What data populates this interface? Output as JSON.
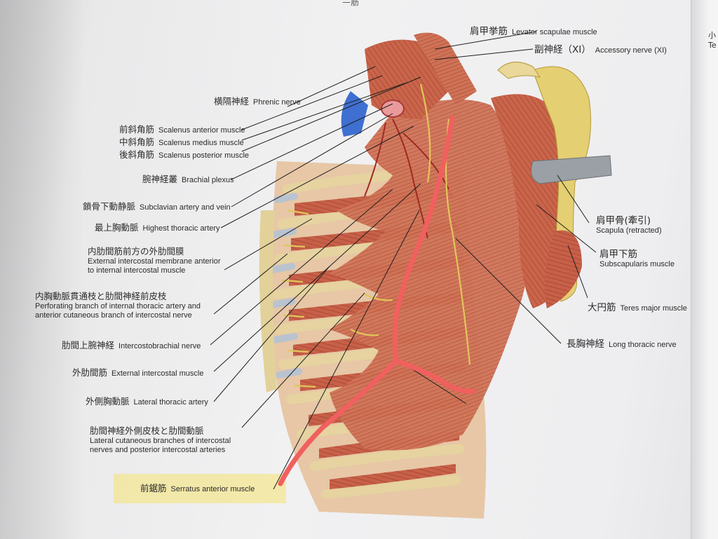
{
  "page": {
    "heading_fragment": "—筋",
    "next_page_fragment": [
      "小",
      "Te"
    ]
  },
  "colors": {
    "paper": "#eeeef0",
    "muscle": "#c9664b",
    "muscle_dark": "#9e3d2a",
    "bone": "#e9d48a",
    "nerve": "#e2c55b",
    "vein_blue": "#3f6fd1",
    "pen_annotation": "#f0605f",
    "leader_line": "#1e1e1e",
    "highlighter": "#f4e68c"
  },
  "labels_left": [
    {
      "jp": "横隔神経",
      "en": "Phrenic nerve"
    },
    {
      "jp": "前斜角筋",
      "en": "Scalenus anterior muscle"
    },
    {
      "jp": "中斜角筋",
      "en": "Scalenus medius muscle"
    },
    {
      "jp": "後斜角筋",
      "en": "Scalenus posterior muscle"
    },
    {
      "jp": "腕神経叢",
      "en": "Brachial plexus"
    },
    {
      "jp": "鎖骨下動静脈",
      "en": "Subclavian artery and vein"
    },
    {
      "jp": "最上胸動脈",
      "en": "Highest thoracic artery"
    },
    {
      "jp": "内肋間筋前方の外肋間膜",
      "en": "External intercostal membrane anterior to internal intercostal muscle"
    },
    {
      "jp": "内胸動脈貫通枝と肋間神経前皮枝",
      "en": "Perforating branch of internal thoracic artery and anterior cutaneous branch of intercostal nerve"
    },
    {
      "jp": "肋間上腕神経",
      "en": "Intercostobrachial nerve"
    },
    {
      "jp": "外肋間筋",
      "en": "External intercostal muscle"
    },
    {
      "jp": "外側胸動脈",
      "en": "Lateral thoracic artery"
    },
    {
      "jp": "肋間神経外側皮枝と肋間動脈",
      "en": "Lateral cutaneous branches of intercostal nerves and posterior intercostal arteries"
    },
    {
      "jp": "前鋸筋",
      "en": "Serratus anterior muscle"
    }
  ],
  "labels_right": [
    {
      "jp": "肩甲挙筋",
      "en": "Levator scapulae muscle"
    },
    {
      "jp": "副神経（XI）",
      "en": "Accessory nerve (XI)"
    },
    {
      "jp": "肩甲骨(牽引)",
      "en": "Scapula (retracted)"
    },
    {
      "jp": "肩甲下筋",
      "en": "Subscapularis muscle"
    },
    {
      "jp": "大円筋",
      "en": "Teres major muscle"
    },
    {
      "jp": "長胸神経",
      "en": "Long thoracic nerve"
    }
  ]
}
